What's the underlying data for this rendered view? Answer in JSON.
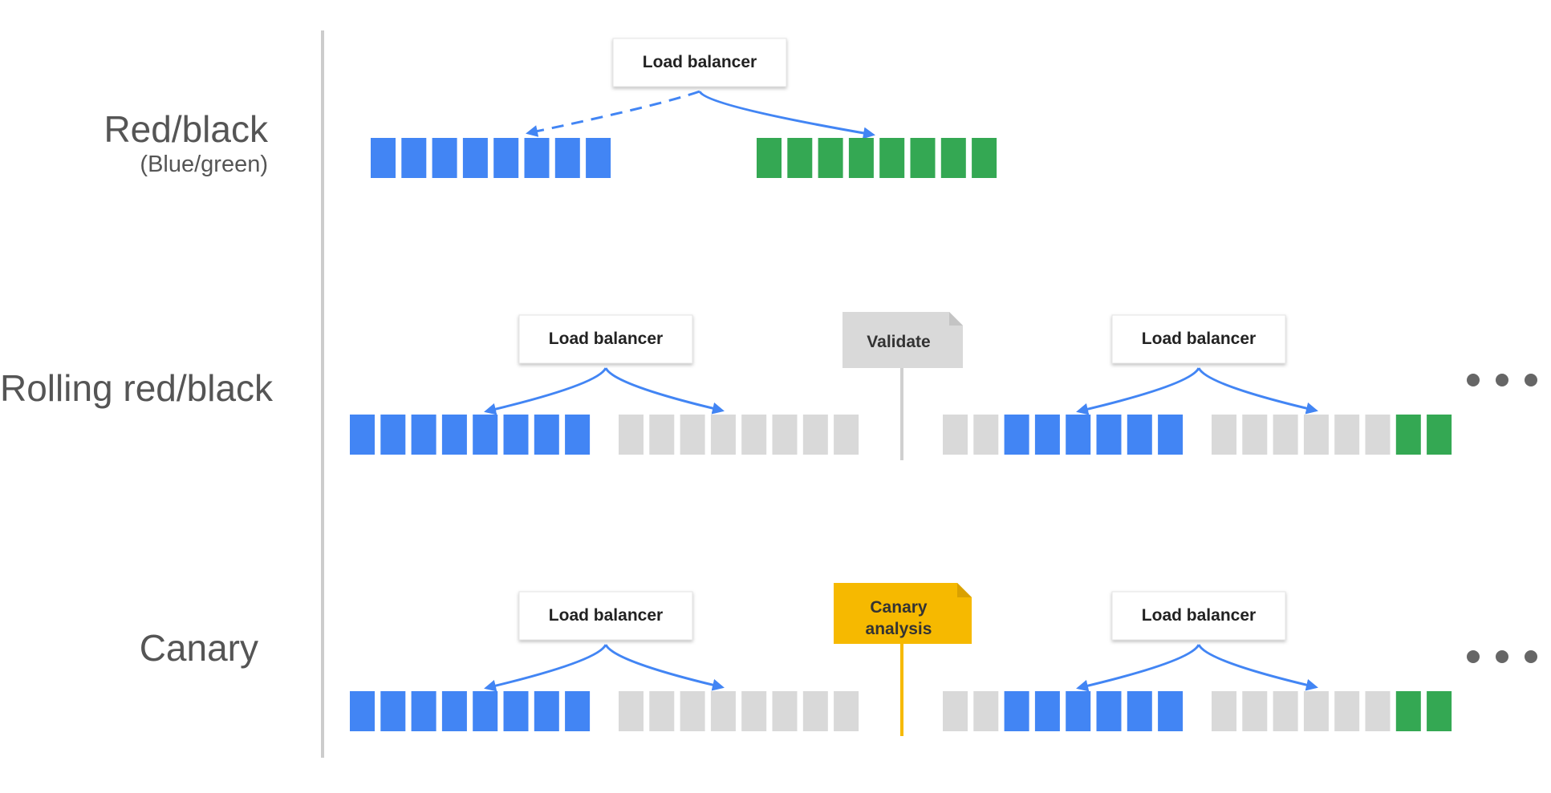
{
  "rows": [
    {
      "label": "Red/black",
      "sublabel": "(Blue/green)",
      "load_balancer": "Load balancer"
    },
    {
      "label": "Rolling red/black",
      "load_balancer_left": "Load balancer",
      "load_balancer_right": "Load balancer",
      "gate": {
        "label": "Validate",
        "color": "#d9d9d9"
      }
    },
    {
      "label": "Canary",
      "load_balancer_left": "Load balancer",
      "load_balancer_right": "Load balancer",
      "gate": {
        "label": "Canary analysis",
        "color": "#f6b900"
      }
    }
  ],
  "ellipsis": "• • •",
  "colors": {
    "blue": "#4285f4",
    "green": "#34a853",
    "gray": "#d9d9d9",
    "amber": "#f6b900",
    "text": "#555555",
    "divider": "#cccccc"
  }
}
